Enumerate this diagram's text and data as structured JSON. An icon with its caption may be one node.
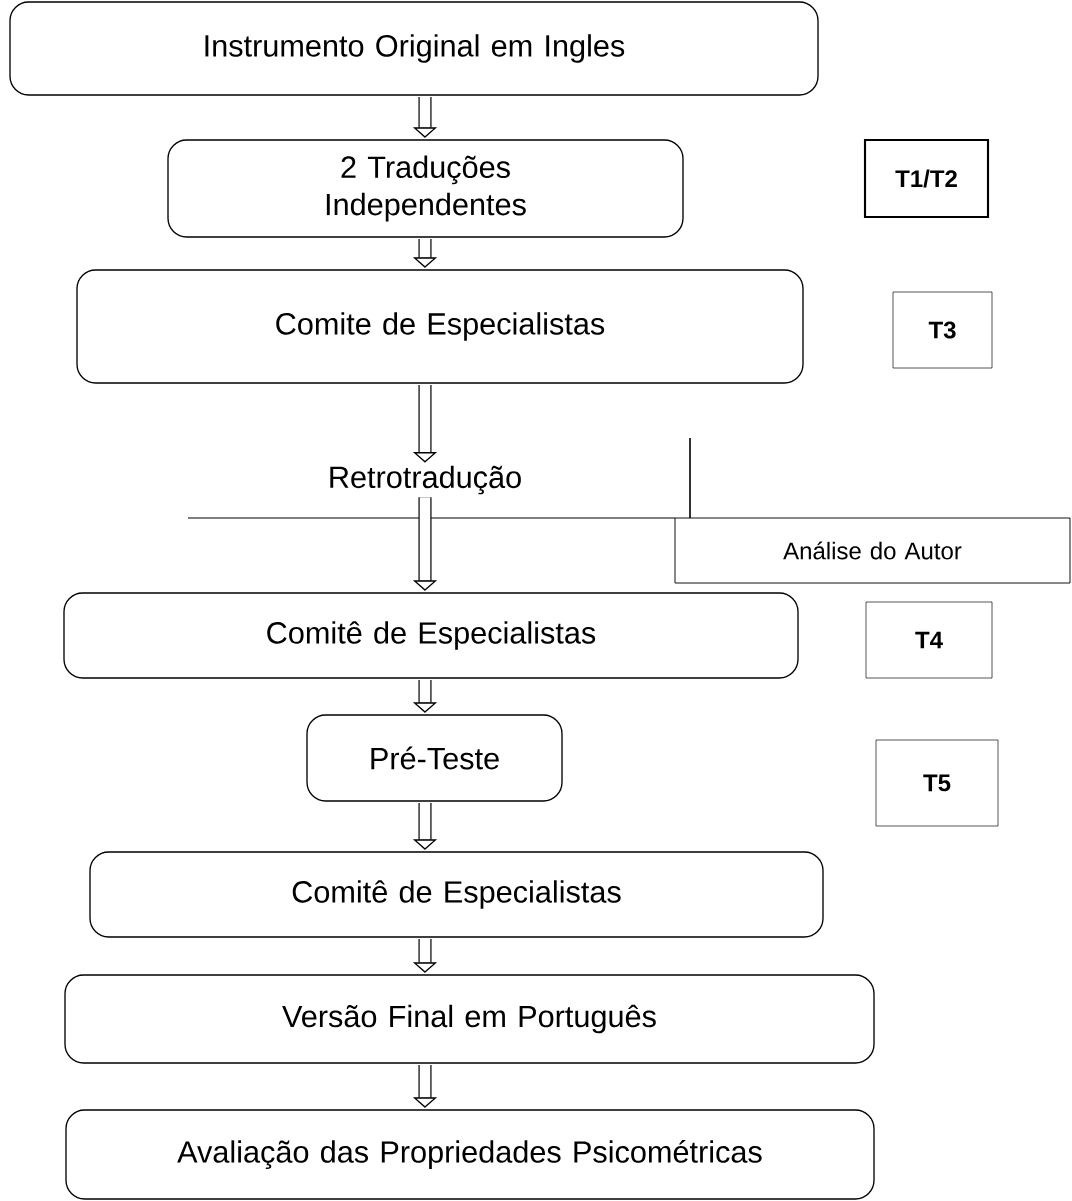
{
  "diagram": {
    "nodes": [
      {
        "text": [
          "Instrumento Original em Ingles"
        ]
      },
      {
        "text": [
          "2 Traduções Independentes"
        ]
      },
      {
        "text": [
          "T1/T2"
        ]
      },
      {
        "text": [
          "Comite de Especialistas"
        ]
      },
      {
        "text": [
          "T3"
        ]
      },
      {
        "text": [
          "Retrotradução"
        ]
      },
      {
        "text": [
          "Análise do Autor"
        ]
      },
      {
        "text": [
          "Comitê de Especialistas"
        ]
      },
      {
        "text": [
          "T4"
        ]
      },
      {
        "text": [
          "Pré-Teste"
        ]
      },
      {
        "text": [
          "T5"
        ]
      },
      {
        "text": [
          "Comitê de Especialistas"
        ]
      },
      {
        "text": [
          "Versão Final em Português"
        ]
      },
      {
        "text": [
          "Avaliação das Propriedades Psicométricas"
        ]
      }
    ],
    "edges": [
      {
        "from": 0,
        "to": 1,
        "arrow": "to"
      },
      {
        "from": 1,
        "to": 3,
        "arrow": "to"
      },
      {
        "from": 3,
        "to": 5,
        "arrow": "to"
      },
      {
        "from": 5,
        "to": 7,
        "arrow": "to"
      },
      {
        "from": 7,
        "to": 9,
        "arrow": "to"
      },
      {
        "from": 9,
        "to": 11,
        "arrow": "to"
      },
      {
        "from": 11,
        "to": 12,
        "arrow": "to"
      },
      {
        "from": 12,
        "to": 13,
        "arrow": "to"
      }
    ]
  }
}
